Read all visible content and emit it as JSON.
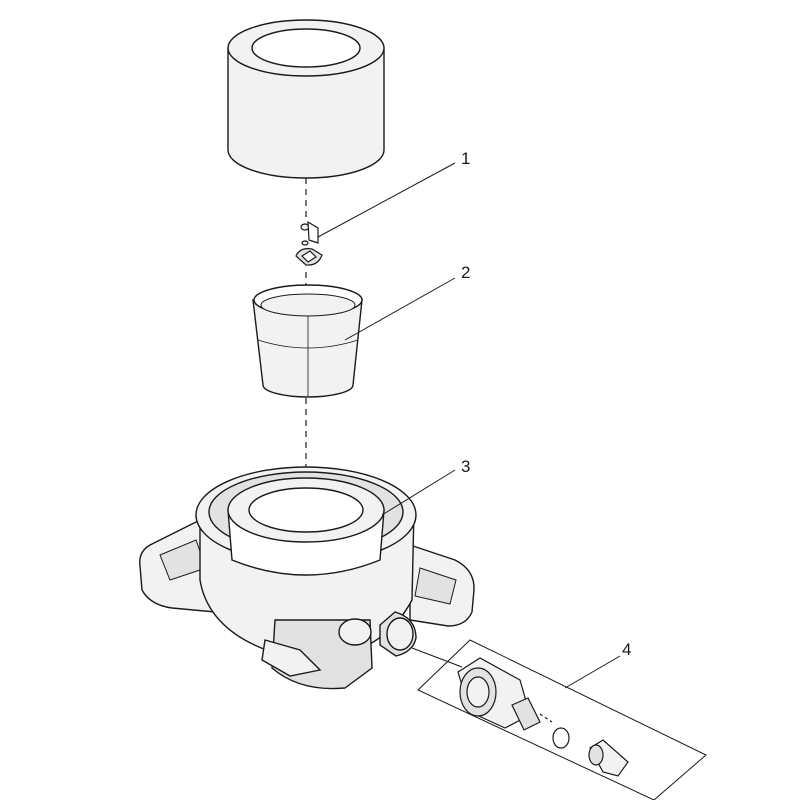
{
  "callouts": [
    {
      "id": "1",
      "label": "1"
    },
    {
      "id": "2",
      "label": "2"
    },
    {
      "id": "3",
      "label": "3"
    },
    {
      "id": "4",
      "label": "4"
    }
  ],
  "colors": {
    "background": "#ffffff",
    "part_fill": "#f2f2f2",
    "part_fill_dark": "#e2e2e2",
    "line": "#1a1a1a"
  }
}
